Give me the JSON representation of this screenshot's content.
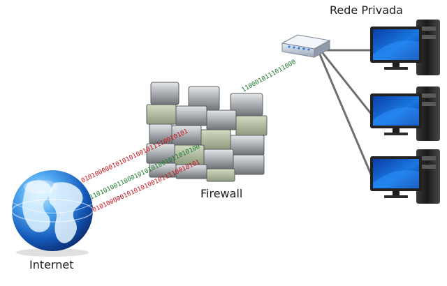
{
  "labels": {
    "private_network": "Rede Privada",
    "firewall": "Firewall",
    "internet": "Internet"
  },
  "bit_streams": {
    "red_top": "0101000001010101001011110010101",
    "green_middle": "11010100110001010101001011010100",
    "red_bottom": "0101000001010101001011110010101",
    "green_to_router": "1100010111011000"
  },
  "icons": {
    "globe": "globe-icon",
    "wall": "brick-wall-icon",
    "router": "router-icon",
    "computer": "desktop-computer-icon"
  },
  "colors": {
    "blocked": "#c8141e",
    "allowed": "#1d7a2c",
    "network_cable": "#6e6e6e",
    "globe_blue": "#1d6fd1"
  },
  "computer_count": 3
}
